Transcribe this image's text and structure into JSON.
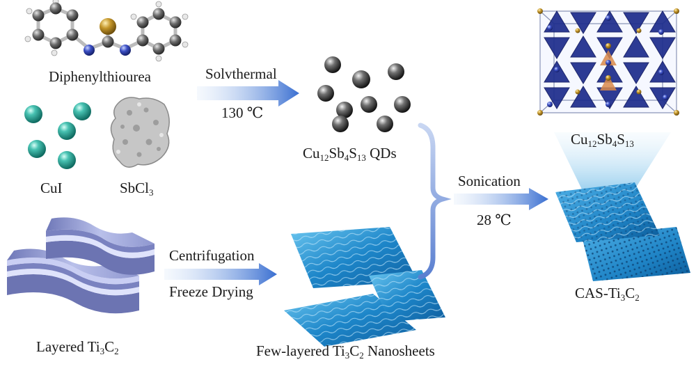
{
  "diagram": {
    "precursors": {
      "ligand": "Diphenylthiourea",
      "copper_source": "CuI",
      "antimony_source": {
        "base": "SbCl",
        "sub": "3"
      }
    },
    "step_solvothermal": {
      "method": "Solvthermal",
      "temperature": "130 ℃"
    },
    "product_qds": [
      {
        "t": "Cu",
        "s": ""
      },
      {
        "t": "",
        "s": "12"
      },
      {
        "t": "Sb",
        "s": ""
      },
      {
        "t": "",
        "s": "4"
      },
      {
        "t": "S",
        "s": ""
      },
      {
        "t": "",
        "s": "13"
      },
      {
        "t": " QDs",
        "s": ""
      }
    ],
    "step_exfoliation": {
      "method_1": "Centrifugation",
      "method_2": "Freeze Drying"
    },
    "layered_material": {
      "prefix": "Layered Ti",
      "sub1": "3",
      "c": "C",
      "sub2": "2"
    },
    "nanosheets": {
      "prefix": "Few-layered Ti",
      "sub1": "3",
      "c": "C",
      "sub2": "2",
      "suffix": " Nanosheets"
    },
    "step_sonication": {
      "method": "Sonication",
      "temperature": "28 ℃"
    },
    "crystal_label": {
      "a": "Cu",
      "s1": "12",
      "b": "Sb",
      "s2": "4",
      "c": "S",
      "s3": "13"
    },
    "final_product": {
      "prefix": "CAS-Ti",
      "sub1": "3",
      "c": "C",
      "sub2": "2"
    },
    "colors": {
      "arrow_blue": "#3a6fd1",
      "cu_teal": "#2aa89a",
      "sheet_blue": "#2f8fd6",
      "layer_lavender": "#8a93c9",
      "crystal_navy": "#1c2c8c",
      "crystal_orange": "#d98a4a"
    }
  }
}
